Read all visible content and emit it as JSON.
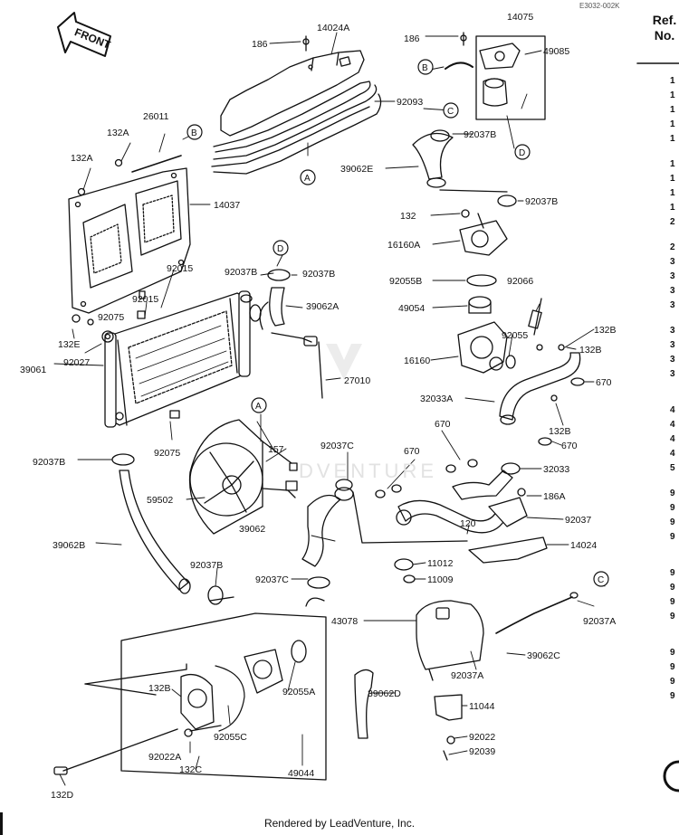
{
  "doc_code": "E3032-002K",
  "header": {
    "ref_line1": "Ref.",
    "ref_line2": "No."
  },
  "front_arrow_label": "FRONT",
  "footer": "Rendered by LeadVenture, Inc.",
  "watermark": "DVENTURE",
  "callouts": [
    "A",
    "B",
    "C",
    "D"
  ],
  "labels": {
    "p14024A": "14024A",
    "p186_top": "186",
    "p92093": "92093",
    "p26011": "26011",
    "p132A_1": "132A",
    "p132A_2": "132A",
    "p14037": "14037",
    "p92015_1": "92015",
    "p92015_2": "92015",
    "p92075_1": "92075",
    "p132E": "132E",
    "p92027": "92027",
    "p39061": "39061",
    "p92075_2": "92075",
    "p92037B_left": "92037B",
    "p92037B_mid": "92037B",
    "p92037B_mid2": "92037B",
    "p39062A": "39062A",
    "p27010": "27010",
    "p157": "157",
    "p59502": "59502",
    "p39062B": "39062B",
    "p92037C_1": "92037C",
    "p39062": "39062",
    "p92037B_low": "92037B",
    "p92037C_2": "92037C",
    "p14075": "14075",
    "p186_r": "186",
    "p49085": "49085",
    "p92037B_r1": "92037B",
    "p39062E": "39062E",
    "p92037B_r2": "92037B",
    "p132": "132",
    "p16160A": "16160A",
    "p92055B": "92055B",
    "p92066": "92066",
    "p49054": "49054",
    "p92055": "92055",
    "p132B_1": "132B",
    "p132B_2": "132B",
    "p16160": "16160",
    "p32033A": "32033A",
    "p670_1": "670",
    "p132B_3": "132B",
    "p670_2": "670",
    "p670_3": "670",
    "p670_4": "670",
    "p32033": "32033",
    "p186A": "186A",
    "p92037": "92037",
    "p120": "120",
    "p14024": "14024",
    "p11012": "11012",
    "p11009": "11009",
    "p43078": "43078",
    "p92037A_1": "92037A",
    "p39062C": "39062C",
    "p92037A_2": "92037A",
    "p39062D": "39062D",
    "p11044": "11044",
    "p92022": "92022",
    "p92039": "92039",
    "p132B_pump": "132B",
    "p92055A": "92055A",
    "p92022A": "92022A",
    "p92055C": "92055C",
    "p132C": "132C",
    "p49044": "49044",
    "p132D": "132D"
  },
  "ref_column": [
    "1",
    "1",
    "1",
    "1",
    "1",
    "1",
    "1",
    "1",
    "1",
    "2",
    "2",
    "3",
    "3",
    "3",
    "3",
    "3",
    "3",
    "3",
    "3",
    "4",
    "4",
    "4",
    "4",
    "5",
    "9",
    "9",
    "9",
    "9",
    "9",
    "9",
    "9",
    "9",
    "9",
    "9",
    "9",
    "9"
  ]
}
